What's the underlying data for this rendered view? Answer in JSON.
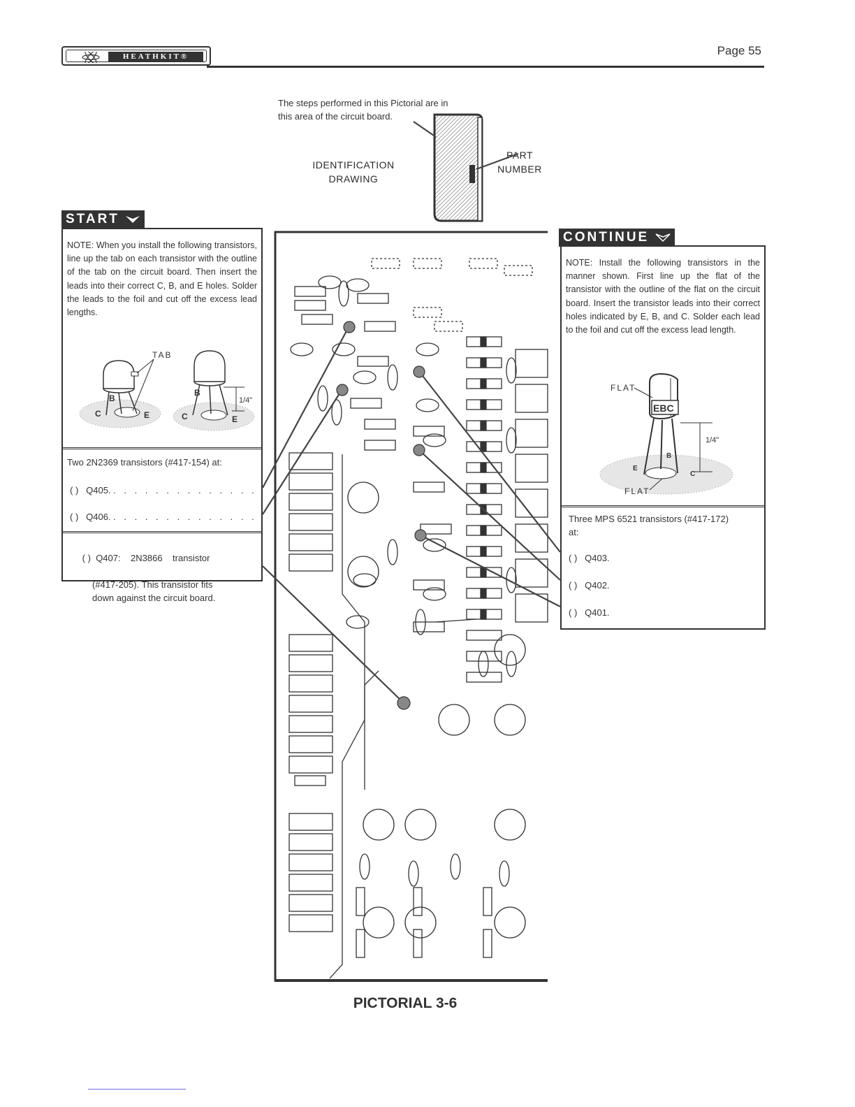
{
  "header": {
    "brand": "HEATHKIT®",
    "page_number": "Page 55"
  },
  "identification": {
    "caption_line1": "The steps performed in this Pictorial are in",
    "caption_line2": "this area of the circuit board.",
    "drawing_label_line1": "IDENTIFICATION",
    "drawing_label_line2": "DRAWING",
    "part_label_line1": "PART",
    "part_label_line2": "NUMBER"
  },
  "start": {
    "tag": "START",
    "note": "NOTE: When you install the following transistors, line up the tab on each transistor with the outline of the tab on the circuit board. Then insert the leads into their correct C, B, and E holes. Solder the leads to the foil and cut off the excess lead lengths.",
    "figure": {
      "tab_label": "TAB",
      "lead_c": "C",
      "lead_b": "B",
      "lead_e": "E",
      "dimension": "1/4\""
    },
    "group1_title": "Two 2N2369 transistors (#417-154) at:",
    "steps": [
      {
        "check": "( )",
        "label": "Q405."
      },
      {
        "check": "( )",
        "label": "Q406."
      }
    ],
    "step_q407": {
      "check": "( )",
      "line1": "Q407:    2N3866    transistor",
      "line2": "(#417-205). This transistor fits",
      "line3": "down against the circuit board."
    }
  },
  "continue": {
    "tag": "CONTINUE",
    "note": "NOTE: Install the following transistors in the manner shown. First line up the flat of the transistor with the outline of the flat on the circuit board. Insert the transistor leads into their correct holes indicated by E, B, and C. Solder each lead to the foil and cut off the excess lead length.",
    "figure": {
      "flat_label_top": "FLAT",
      "flat_label_bottom": "FLAT",
      "pin_text": "EBC",
      "lead_b": "B",
      "lead_e": "E",
      "lead_c": "C",
      "dimension": "1/4\""
    },
    "group_title_line1": "Three MPS 6521 transistors (#417-172)",
    "group_title_line2": "at:",
    "steps": [
      {
        "check": "( )",
        "label": "Q403."
      },
      {
        "check": "( )",
        "label": "Q402."
      },
      {
        "check": "( )",
        "label": "Q401."
      }
    ]
  },
  "pictorial": {
    "caption": "PICTORIAL 3-6"
  },
  "icons": {
    "start_arrow": "down-arrow-icon",
    "continue_arrow": "down-arrow-outline-icon",
    "logo": "atom-icon"
  }
}
